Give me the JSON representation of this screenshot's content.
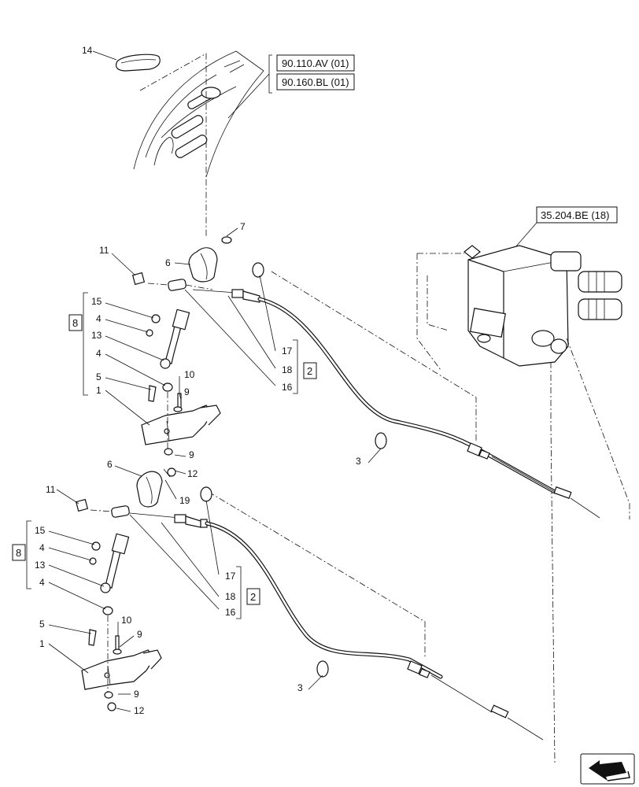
{
  "references": {
    "ref_1": "90.110.AV (01)",
    "ref_2": "90.160.BL (01)",
    "ref_3": "35.204.BE (18)"
  },
  "group_boxes": {
    "group_8": "8",
    "group_2": "2"
  },
  "callouts": {
    "c1": "14",
    "c2": "7",
    "c3": "11",
    "c4": "6",
    "c5": "15",
    "c6": "4",
    "c7": "13",
    "c8": "4",
    "c9": "5",
    "c10": "10",
    "c11": "9",
    "c12": "1",
    "c13": "17",
    "c14": "18",
    "c15": "16",
    "c16": "9",
    "c17": "12",
    "c18": "3",
    "c19": "6",
    "c20": "19",
    "c21": "11",
    "c22": "15",
    "c23": "4",
    "c24": "13",
    "c25": "4",
    "c26": "5",
    "c27": "10",
    "c28": "9",
    "c29": "1",
    "c30": "17",
    "c31": "18",
    "c32": "16",
    "c33": "9",
    "c34": "12",
    "c35": "3"
  }
}
